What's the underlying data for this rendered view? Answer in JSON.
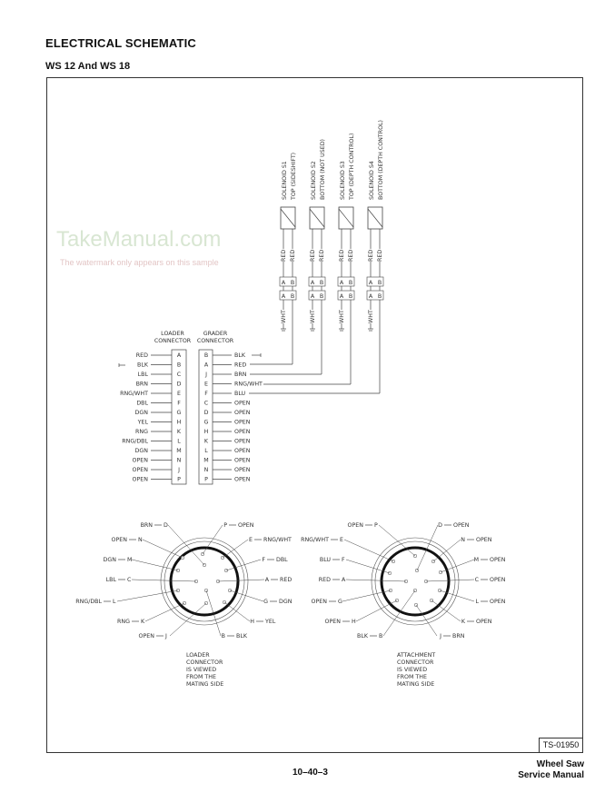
{
  "header": {
    "title": "ELECTRICAL SCHEMATIC",
    "subtitle": "WS 12 And WS 18"
  },
  "watermark": {
    "brand": "TakeManual.com",
    "note": "The watermark only appears on this sample"
  },
  "solenoids": [
    {
      "name": "SOLENOID S1",
      "desc": "TOP (SIDESHIFT)",
      "wire_a": "RED",
      "wire_b": "RED",
      "pin_a": "A",
      "pin_b": "B",
      "ground": "WHT"
    },
    {
      "name": "SOLENOID S2",
      "desc": "BOTTOM (NOT USED)",
      "wire_a": "RED",
      "wire_b": "RED",
      "pin_a": "A",
      "pin_b": "B",
      "ground": "WHT"
    },
    {
      "name": "SOLENOID S3",
      "desc": "TOP (DEPTH CONTROL)",
      "wire_a": "RED",
      "wire_b": "RED",
      "pin_a": "A",
      "pin_b": "B",
      "ground": "WHT"
    },
    {
      "name": "SOLENOID S4",
      "desc": "BOTTOM (DEPTH CONTROL)",
      "wire_a": "RED",
      "wire_b": "RED",
      "pin_a": "A",
      "pin_b": "B",
      "ground": "WHT"
    }
  ],
  "loader_connector": {
    "label1": "LOADER",
    "label2": "CONNECTOR",
    "rows": [
      [
        "RED",
        "A"
      ],
      [
        "BLK",
        "B"
      ],
      [
        "LBL",
        "C"
      ],
      [
        "BRN",
        "D"
      ],
      [
        "RNG/WHT",
        "E"
      ],
      [
        "DBL",
        "F"
      ],
      [
        "DGN",
        "G"
      ],
      [
        "YEL",
        "H"
      ],
      [
        "RNG",
        "K"
      ],
      [
        "RNG/DBL",
        "L"
      ],
      [
        "DGN",
        "M"
      ],
      [
        "OPEN",
        "N"
      ],
      [
        "OPEN",
        "J"
      ],
      [
        "OPEN",
        "P"
      ]
    ]
  },
  "grader_connector": {
    "label1": "GRADER",
    "label2": "CONNECTOR",
    "rows": [
      [
        "B",
        "BLK"
      ],
      [
        "A",
        "RED"
      ],
      [
        "J",
        "BRN"
      ],
      [
        "E",
        "RNG/WHT"
      ],
      [
        "F",
        "BLU"
      ],
      [
        "C",
        "OPEN"
      ],
      [
        "D",
        "OPEN"
      ],
      [
        "G",
        "OPEN"
      ],
      [
        "H",
        "OPEN"
      ],
      [
        "K",
        "OPEN"
      ],
      [
        "L",
        "OPEN"
      ],
      [
        "M",
        "OPEN"
      ],
      [
        "N",
        "OPEN"
      ],
      [
        "P",
        "OPEN"
      ]
    ]
  },
  "loader_face": {
    "pins": [
      [
        "BRN",
        "D"
      ],
      [
        "OPEN",
        "N"
      ],
      [
        "DGN",
        "M"
      ],
      [
        "LBL",
        "C"
      ],
      [
        "RNG/DBL",
        "L"
      ],
      [
        "RNG",
        "K"
      ],
      [
        "OPEN",
        "J"
      ],
      [
        "OPEN",
        "P"
      ],
      [
        "RNG/WHT",
        "E"
      ],
      [
        "DBL",
        "F"
      ],
      [
        "RED",
        "A"
      ],
      [
        "DGN",
        "G"
      ],
      [
        "YEL",
        "H"
      ],
      [
        "BLK",
        "B"
      ]
    ],
    "caption": [
      "LOADER",
      "CONNECTOR",
      "IS VIEWED",
      "FROM THE",
      "MATING SIDE"
    ]
  },
  "attachment_face": {
    "pins": [
      [
        "OPEN",
        "P"
      ],
      [
        "RNG/WHT",
        "E"
      ],
      [
        "BLU",
        "F"
      ],
      [
        "RED",
        "A"
      ],
      [
        "OPEN",
        "G"
      ],
      [
        "OPEN",
        "H"
      ],
      [
        "BLK",
        "B"
      ],
      [
        "OPEN",
        "D"
      ],
      [
        "OPEN",
        "N"
      ],
      [
        "OPEN",
        "M"
      ],
      [
        "OPEN",
        "C"
      ],
      [
        "OPEN",
        "L"
      ],
      [
        "OPEN",
        "K"
      ],
      [
        "BRN",
        "J"
      ]
    ],
    "caption": [
      "ATTACHMENT",
      "CONNECTOR",
      "IS VIEWED",
      "FROM THE",
      "MATING SIDE"
    ]
  },
  "figure_id": "TS-01950",
  "footer": {
    "page": "10–40–3",
    "book1": "Wheel Saw",
    "book2": "Service Manual"
  }
}
